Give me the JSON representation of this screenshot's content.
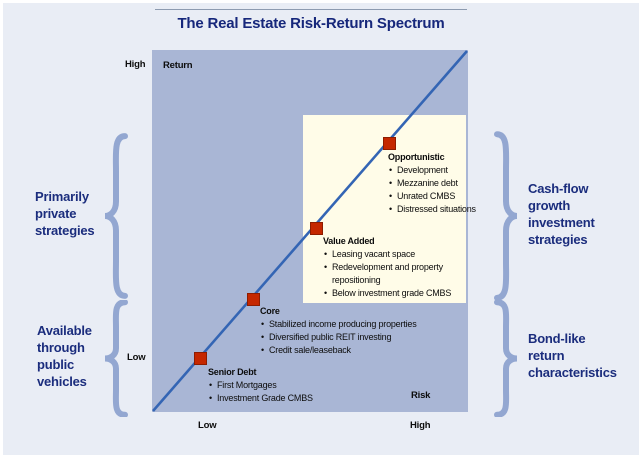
{
  "title": "The Real Estate Risk-Return Spectrum",
  "colors": {
    "page_background": "#e9edf5",
    "plot_background": "#a9b6d5",
    "panel_background": "#fffce8",
    "line": "#3465b4",
    "marker": "#c52700",
    "brace": "#93a7d1",
    "navy_text": "#1b2d7d",
    "black_text": "#0d0d0d"
  },
  "axis": {
    "return_label": "Return",
    "risk_label": "Risk",
    "return_high": "High",
    "return_low": "Low",
    "risk_low": "Low",
    "risk_high": "High"
  },
  "groups": [
    {
      "name": "Senior Debt",
      "items": [
        "First Mortgages",
        "Investment Grade CMBS"
      ]
    },
    {
      "name": "Core",
      "items": [
        "Stabilized income producing properties",
        "Diversified public REIT investing",
        "Credit sale/leaseback"
      ]
    },
    {
      "name": "Value Added",
      "items": [
        "Leasing vacant space",
        "Redevelopment and property repositioning",
        "Below investment grade CMBS"
      ]
    },
    {
      "name": "Opportunistic",
      "items": [
        "Development",
        "Mezzanine debt",
        "Unrated CMBS",
        "Distressed situations"
      ]
    }
  ],
  "side_labels": {
    "left_top": "Primarily\nprivate\nstrategies",
    "left_bottom": "Available\nthrough\npublic\nvehicles",
    "right_top": "Cash-flow\ngrowth\ninvestment\nstrategies",
    "right_bottom": "Bond-like\nreturn\ncharacteristics"
  },
  "chart_data": {
    "type": "scatter",
    "title": "The Real Estate Risk-Return Spectrum",
    "xlabel": "Risk",
    "ylabel": "Return",
    "x_range_labels": [
      "Low",
      "High"
    ],
    "y_range_labels": [
      "Low",
      "High"
    ],
    "grid": false,
    "trend_line": {
      "from": [
        0,
        0
      ],
      "to": [
        1,
        1
      ],
      "color": "#3465b4"
    },
    "points": [
      {
        "label": "Senior Debt",
        "risk": 0.15,
        "return": 0.15,
        "items": [
          "First Mortgages",
          "Investment Grade CMBS"
        ]
      },
      {
        "label": "Core",
        "risk": 0.31,
        "return": 0.32,
        "items": [
          "Stabilized income producing properties",
          "Diversified public REIT investing",
          "Credit sale/leaseback"
        ]
      },
      {
        "label": "Value Added",
        "risk": 0.51,
        "return": 0.51,
        "items": [
          "Leasing vacant space",
          "Redevelopment and property repositioning",
          "Below investment grade CMBS"
        ]
      },
      {
        "label": "Opportunistic",
        "risk": 0.75,
        "return": 0.75,
        "items": [
          "Development",
          "Mezzanine debt",
          "Unrated CMBS",
          "Distressed situations"
        ]
      }
    ],
    "annotations": {
      "left_brackets": [
        "Primarily private strategies",
        "Available through public vehicles"
      ],
      "right_brackets": [
        "Cash-flow growth investment strategies",
        "Bond-like return characteristics"
      ],
      "highlight_panel_points": [
        "Value Added",
        "Opportunistic"
      ]
    }
  }
}
